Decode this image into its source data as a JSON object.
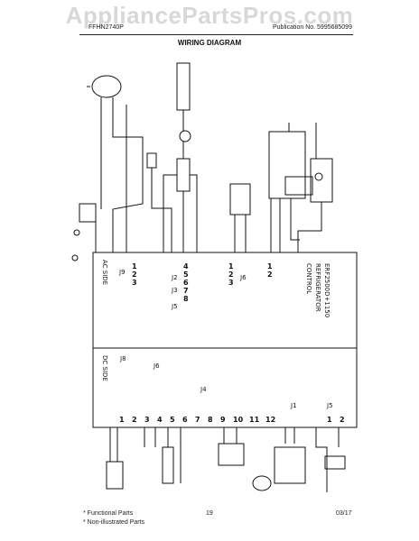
{
  "watermark": "AppliancePartsPros.com",
  "header": {
    "model": "FFHN2740P",
    "publication": "Publication No. 5995685099"
  },
  "title": "WIRING DIAGRAM",
  "board": {
    "name_line1": "ERF2500D+1150",
    "name_line2": "REFRIGERATOR",
    "name_line3": "CONTROL",
    "ac_side": "AC SIDE",
    "dc_side": "DC SIDE"
  },
  "connectors_ac": [
    "J2",
    "J3",
    "J5",
    "J6",
    "J9"
  ],
  "connectors_dc": [
    "J8",
    "J6",
    "J4",
    "J1",
    "J5"
  ],
  "pins_ac": [
    "1",
    "2",
    "3",
    "4",
    "5",
    "6",
    "7",
    "8",
    "1",
    "2",
    "3",
    "1",
    "2"
  ],
  "pins_dc": [
    "1",
    "2",
    "3",
    "4",
    "5",
    "6",
    "7",
    "8",
    "9",
    "10",
    "11",
    "12",
    "1",
    "2"
  ],
  "footer": {
    "note1": "* Functional Parts",
    "note2": "* Non-illustrated Parts",
    "page": "19",
    "date": "03/17"
  },
  "colors": {
    "line": "#111111",
    "watermark": "#d8d8d8"
  }
}
